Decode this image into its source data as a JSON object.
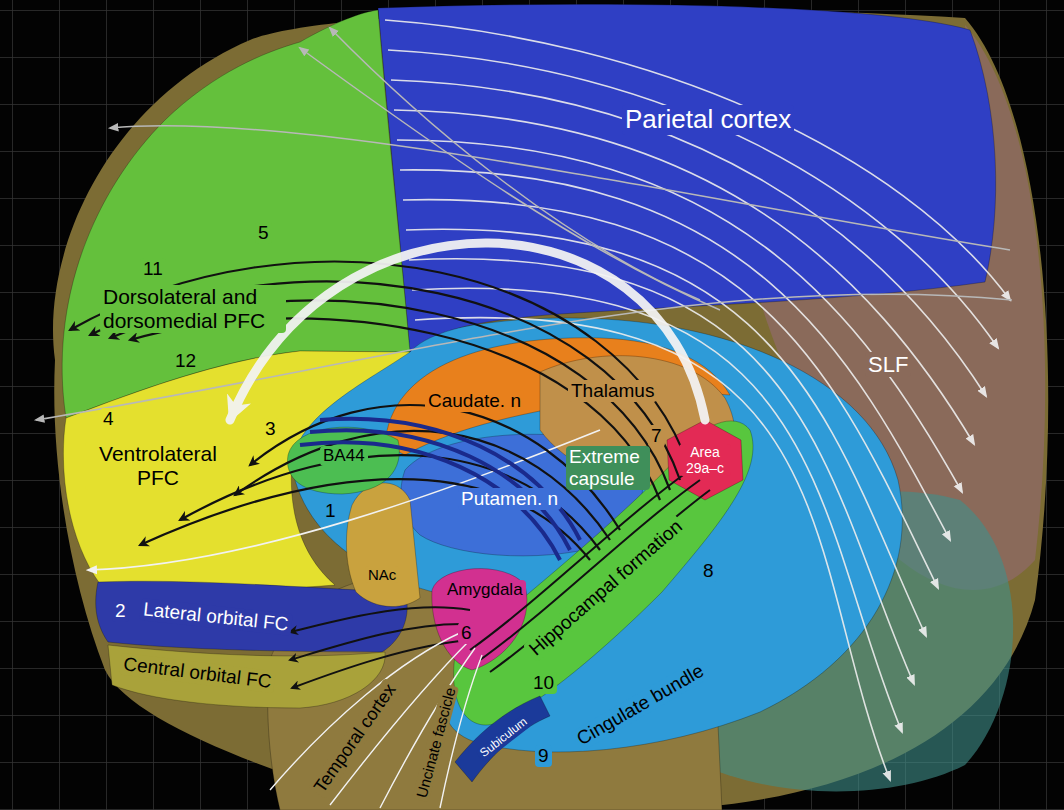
{
  "diagram": {
    "nodes": [
      {
        "text": [
          "Parietal cortex"
        ]
      },
      {
        "text": [
          "Dorsolateral and dorsomedial PFC"
        ]
      },
      {
        "text": [
          "Caudate. n"
        ]
      },
      {
        "text": [
          "Thalamus"
        ]
      },
      {
        "text": [
          "BA44"
        ]
      },
      {
        "text": [
          "Ventrolateral PFC"
        ]
      },
      {
        "text": [
          "Putamen. n"
        ]
      },
      {
        "text": [
          "Area 29a–c"
        ]
      },
      {
        "text": [
          "NAc"
        ]
      },
      {
        "text": [
          "Amygdala"
        ]
      },
      {
        "text": [
          "Lateral orbital FC"
        ]
      },
      {
        "text": [
          "Central orbital FC"
        ]
      },
      {
        "text": [
          "Hippocampal formation"
        ]
      },
      {
        "text": [
          "Subiculum"
        ]
      },
      {
        "text": [
          "Temporal cortex"
        ]
      },
      {
        "text": [
          "Cingulate bundle"
        ]
      }
    ],
    "edges": [
      {
        "from": 7,
        "to": 1,
        "arrow": "to"
      }
    ],
    "labels": [
      "5",
      "11",
      "12",
      "4",
      "3",
      "Extreme capsule",
      "7",
      "SLF",
      "1",
      "2",
      "6",
      "10",
      "8",
      "9",
      "Uncinate fascicle"
    ]
  }
}
